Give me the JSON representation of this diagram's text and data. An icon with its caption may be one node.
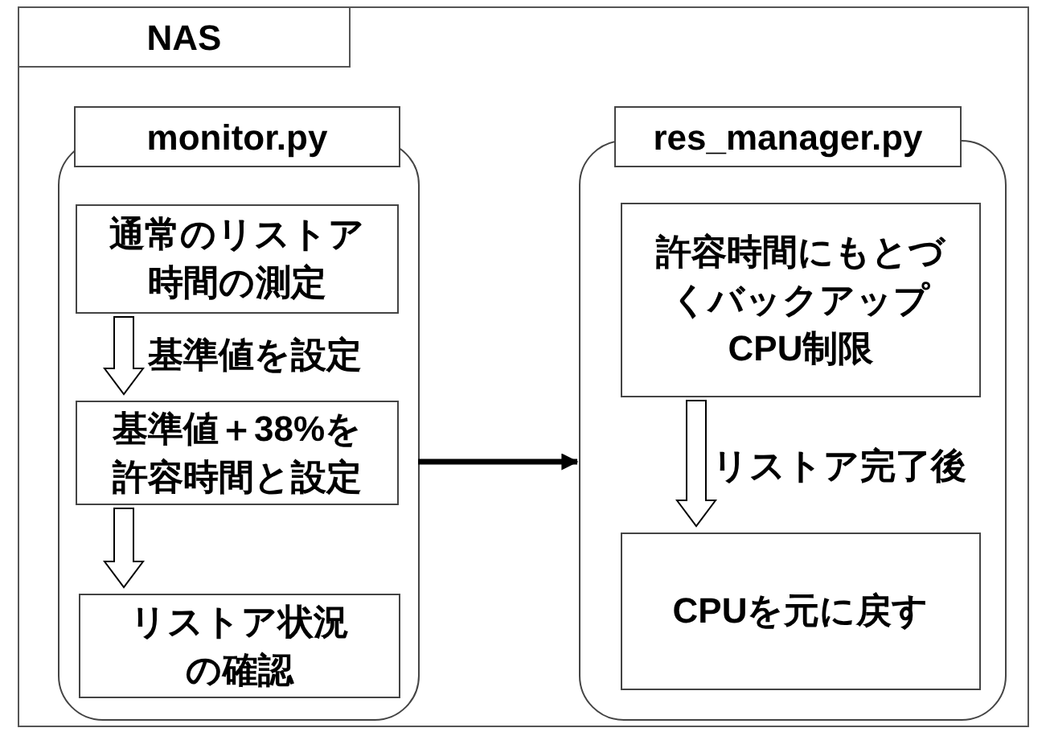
{
  "diagram": {
    "nodes": [
      {
        "text": [
          "NAS"
        ]
      },
      {
        "text": [
          "monitor.py"
        ],
        "in": 0
      },
      {
        "text": [
          "通常のリストア時間の測定"
        ],
        "in": 1
      },
      {
        "text": [
          "基準値＋38%を許容時間と設定"
        ],
        "in": 1
      },
      {
        "text": [
          "リストア状況の確認"
        ],
        "in": 1
      },
      {
        "text": [
          "res_manager.py"
        ],
        "in": 0
      },
      {
        "text": [
          "許容時間にもとづくバックアップCPU制限"
        ],
        "in": 5
      },
      {
        "text": [
          "CPUを元に戻す"
        ],
        "in": 5
      }
    ],
    "edges": [
      {
        "from": 2,
        "to": 3,
        "arrow": "to",
        "label": "基準値を設定"
      },
      {
        "from": 3,
        "to": 4,
        "arrow": "to"
      },
      {
        "from": 1,
        "to": 5,
        "arrow": "to"
      },
      {
        "from": 6,
        "to": 7,
        "arrow": "to",
        "label": "リストア完了後"
      }
    ]
  }
}
